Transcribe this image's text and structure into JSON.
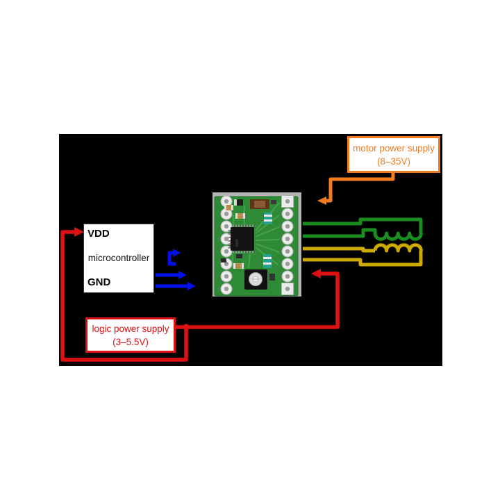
{
  "colors": {
    "canvas_black": "#000000",
    "page_white": "#ffffff",
    "wire_red": "#dd1111",
    "wire_orange": "#f47b20",
    "wire_blue": "#0011ee",
    "coil_a_green": "#1a8c20",
    "coil_b_yellow": "#ccaa00",
    "pcb_green": "#2f8a35"
  },
  "microcontroller_box": {
    "top_pin": "VDD",
    "name": "microcontroller",
    "bottom_pin": "GND"
  },
  "motor_power_box": {
    "line1": "motor power supply",
    "line2": "(8–35V)"
  },
  "logic_power_box": {
    "line1": "logic power supply",
    "line2": "(3–5.5V)"
  }
}
